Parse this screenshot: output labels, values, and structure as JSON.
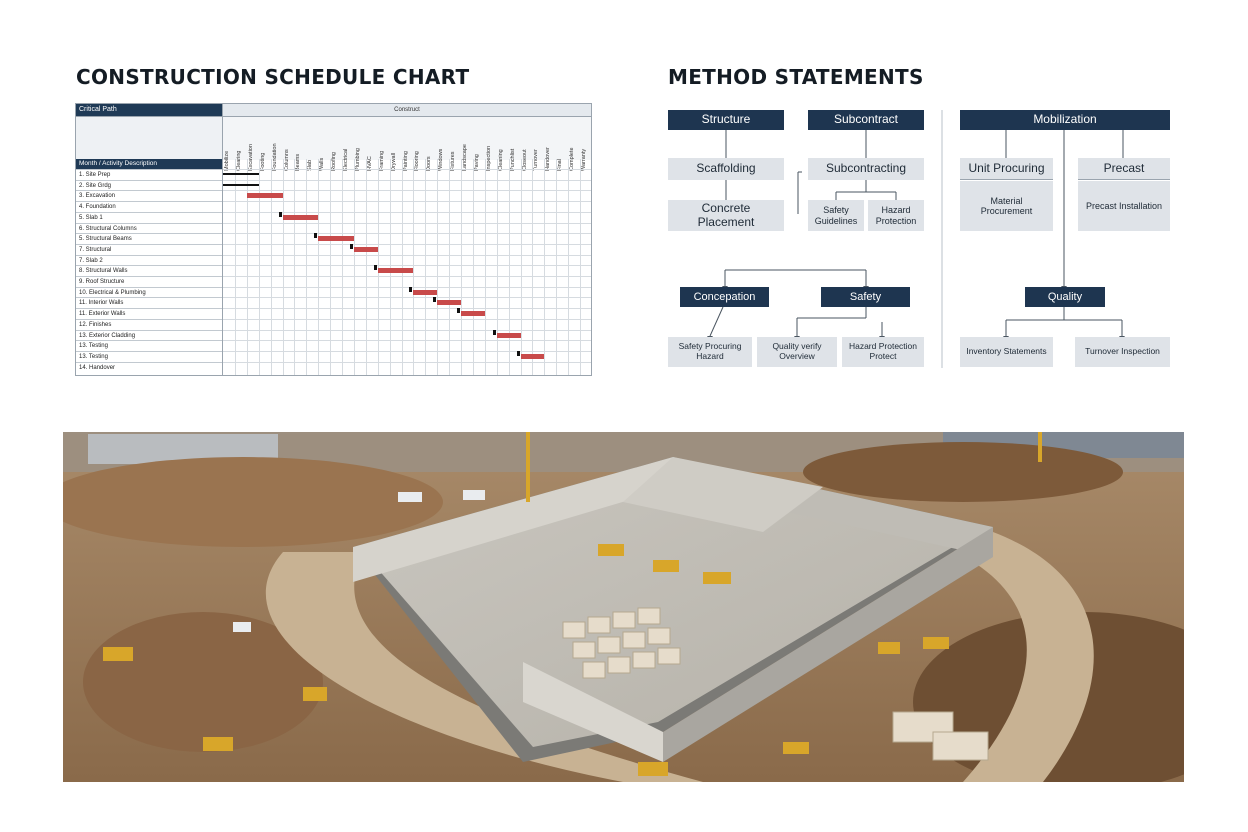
{
  "schedule": {
    "title": "CONSTRUCTION SCHEDULE CHART",
    "header_left": "Critical Path",
    "header_right": "Construct",
    "subheader": "Month / Activity Description",
    "columns": [
      "Mobilize",
      "Clearing",
      "Excavation",
      "Footing",
      "Foundation",
      "Columns",
      "Beams",
      "Slab",
      "Walls",
      "Roofing",
      "Electrical",
      "Plumbing",
      "HVAC",
      "Framing",
      "Drywall",
      "Painting",
      "Flooring",
      "Doors",
      "Windows",
      "Fixtures",
      "Landscape",
      "Paving",
      "Inspection",
      "Cleaning",
      "Punchlist",
      "Closeout",
      "Turnover",
      "Handover",
      "Final",
      "Complete",
      "Warranty"
    ],
    "rows": [
      "1. Site Prep",
      "2. Site Grdg",
      "3. Excavation",
      "4. Foundation",
      "5. Slab 1",
      "6. Structural Columns",
      "5. Structural Beams",
      "7. Structural",
      "7. Slab 2",
      "8. Structural Walls",
      "9. Roof Structure",
      "10. Electrical & Plumbing",
      "11. Interior Walls",
      "11. Exterior Walls",
      "12. Finishes",
      "13. Exterior Cladding",
      "13. Testing",
      "13. Testing",
      "14. Handover"
    ]
  },
  "chart_data": {
    "type": "gantt",
    "title": "CONSTRUCTION SCHEDULE CHART",
    "tasks": [
      {
        "row": 1,
        "start": 0,
        "end": 3,
        "style": "milestone-line"
      },
      {
        "row": 2,
        "start": 0,
        "end": 3,
        "style": "milestone-line"
      },
      {
        "row": 3,
        "start": 2,
        "end": 5
      },
      {
        "row": 5,
        "start": 5,
        "end": 8
      },
      {
        "row": 7,
        "start": 8,
        "end": 11
      },
      {
        "row": 8,
        "start": 11,
        "end": 13
      },
      {
        "row": 10,
        "start": 13,
        "end": 16
      },
      {
        "row": 12,
        "start": 16,
        "end": 18
      },
      {
        "row": 13,
        "start": 18,
        "end": 20
      },
      {
        "row": 14,
        "start": 20,
        "end": 22
      },
      {
        "row": 16,
        "start": 23,
        "end": 25
      },
      {
        "row": 18,
        "start": 25,
        "end": 27
      }
    ]
  },
  "methods": {
    "title": "METHOD STATEMENTS",
    "structure": "Structure",
    "scaffolding": "Scaffolding",
    "concrete_placement": "Concrete Placement",
    "subcontract": "Subcontract",
    "subcontracting": "Subcontracting",
    "safety_guidelines": "Safety Guidelines",
    "hazard_protection": "Hazard Protection",
    "mobilization": "Mobilization",
    "unit_procuring": "Unit Procuring",
    "material_procurement": "Material Procurement",
    "precast": "Precast",
    "precast_installation": "Precast Installation",
    "concepation": "Concepation",
    "safety": "Safety",
    "quality": "Quality",
    "safety_procuring": "Safety Procuring Hazard",
    "quality_verify": "Quality verify Overview",
    "hazard_protection_2": "Hazard Protection Protect",
    "inventory": "Inventory Statements",
    "turnover": "Turnover Inspection"
  },
  "colors": {
    "navy": "#1e3550",
    "light_box": "#dfe3e8",
    "bar_red": "#c84a4a"
  }
}
